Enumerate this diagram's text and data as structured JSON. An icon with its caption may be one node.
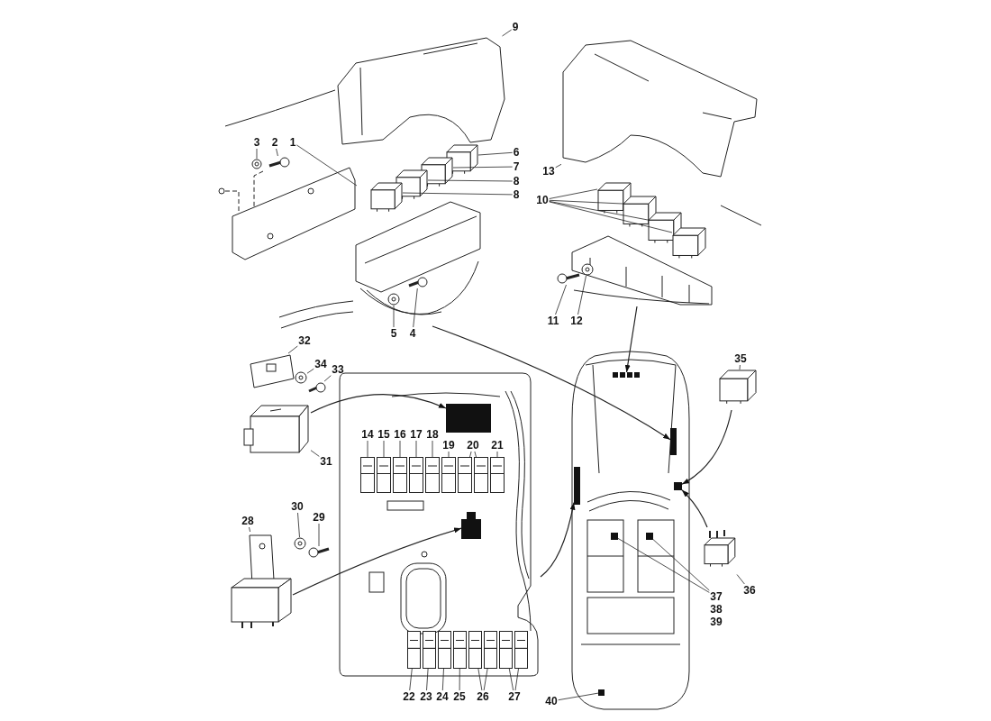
{
  "diagram": {
    "nodes": [
      {
        "text": [],
        "shape": "picture"
      },
      {
        "text": [],
        "shape": "picture"
      },
      {
        "text": [],
        "shape": "circle"
      },
      {
        "text": [],
        "shape": "circle"
      },
      {
        "text": [],
        "shape": "picture"
      },
      {
        "text": [],
        "shape": "box"
      },
      {
        "text": [],
        "shape": "box"
      },
      {
        "text": [],
        "shape": "box"
      },
      {
        "text": [],
        "shape": "box"
      },
      {
        "text": [],
        "shape": "circle",
        "in": 4
      },
      {
        "text": [],
        "shape": "circle"
      },
      {
        "text": [],
        "shape": "picture"
      },
      {
        "text": [],
        "shape": "picture"
      },
      {
        "text": [],
        "shape": "box"
      },
      {
        "text": [],
        "shape": "box"
      },
      {
        "text": [],
        "shape": "box"
      },
      {
        "text": [],
        "shape": "box"
      },
      {
        "text": [],
        "shape": "circle"
      },
      {
        "text": [],
        "shape": "circle",
        "in": 12
      },
      {
        "text": [],
        "shape": "box"
      },
      {
        "text": [],
        "shape": "picture"
      },
      {
        "text": [],
        "shape": "circle"
      },
      {
        "text": [],
        "shape": "circle"
      },
      {
        "text": [],
        "shape": "box"
      },
      {
        "text": [],
        "shape": "picture"
      },
      {
        "text": [],
        "shape": "box",
        "in": 24
      },
      {
        "text": [],
        "shape": "box",
        "in": 24
      },
      {
        "text": [],
        "shape": "box",
        "in": 24
      },
      {
        "text": [],
        "shape": "box",
        "in": 24
      },
      {
        "text": [],
        "shape": "box",
        "in": 24
      },
      {
        "text": [],
        "shape": "box",
        "in": 24
      },
      {
        "text": [],
        "shape": "box",
        "in": 24
      },
      {
        "text": [],
        "shape": "box",
        "in": 24
      },
      {
        "text": [],
        "shape": "box",
        "in": 24
      },
      {
        "text": [],
        "shape": "box",
        "in": 24
      },
      {
        "text": [],
        "shape": "box",
        "in": 24
      },
      {
        "text": [],
        "shape": "box",
        "in": 24
      },
      {
        "text": [],
        "shape": "box",
        "in": 24
      },
      {
        "text": [],
        "shape": "box",
        "in": 24
      },
      {
        "text": [],
        "shape": "box",
        "in": 24
      },
      {
        "text": [],
        "shape": "box",
        "in": 24
      },
      {
        "text": [],
        "shape": "box",
        "in": 24
      },
      {
        "text": [],
        "shape": "box",
        "in": 24
      },
      {
        "text": [],
        "shape": "box",
        "in": 24
      },
      {
        "text": [],
        "shape": "box"
      },
      {
        "text": [],
        "shape": "circle"
      },
      {
        "text": [],
        "shape": "circle"
      },
      {
        "text": [],
        "shape": "picture"
      },
      {
        "text": [],
        "shape": "box",
        "in": 47
      },
      {
        "text": [],
        "shape": "box",
        "in": 47
      },
      {
        "text": [],
        "shape": "box",
        "in": 47
      },
      {
        "text": [],
        "shape": "box",
        "in": 47
      },
      {
        "text": [],
        "shape": "box",
        "in": 47
      },
      {
        "text": [],
        "shape": "box",
        "in": 47
      },
      {
        "text": [],
        "shape": "box",
        "in": 47
      },
      {
        "text": [],
        "shape": "box"
      },
      {
        "text": [
          "1"
        ]
      },
      {
        "text": [
          "2"
        ]
      },
      {
        "text": [
          "3"
        ]
      },
      {
        "text": [
          "4"
        ]
      },
      {
        "text": [
          "5"
        ]
      },
      {
        "text": [
          "6"
        ]
      },
      {
        "text": [
          "7"
        ]
      },
      {
        "text": [
          "8"
        ]
      },
      {
        "text": [
          "8"
        ]
      },
      {
        "text": [
          "9"
        ]
      },
      {
        "text": [
          "10"
        ]
      },
      {
        "text": [
          "11"
        ]
      },
      {
        "text": [
          "12"
        ]
      },
      {
        "text": [
          "13"
        ]
      },
      {
        "text": [
          "14"
        ],
        "in": 24
      },
      {
        "text": [
          "15"
        ],
        "in": 24
      },
      {
        "text": [
          "16"
        ],
        "in": 24
      },
      {
        "text": [
          "17"
        ],
        "in": 24
      },
      {
        "text": [
          "18"
        ],
        "in": 24
      },
      {
        "text": [
          "19"
        ],
        "in": 24
      },
      {
        "text": [
          "20"
        ],
        "in": 24
      },
      {
        "text": [
          "21"
        ],
        "in": 24
      },
      {
        "text": [
          "22"
        ]
      },
      {
        "text": [
          "23"
        ]
      },
      {
        "text": [
          "24"
        ]
      },
      {
        "text": [
          "25"
        ]
      },
      {
        "text": [
          "26"
        ]
      },
      {
        "text": [
          "27"
        ]
      },
      {
        "text": [
          "28"
        ]
      },
      {
        "text": [
          "29"
        ]
      },
      {
        "text": [
          "30"
        ]
      },
      {
        "text": [
          "31"
        ]
      },
      {
        "text": [
          "32"
        ]
      },
      {
        "text": [
          "33"
        ]
      },
      {
        "text": [
          "34"
        ]
      },
      {
        "text": [
          "35"
        ]
      },
      {
        "text": [
          "36"
        ]
      },
      {
        "text": [
          "37"
        ]
      },
      {
        "text": [
          "40"
        ]
      }
    ],
    "edges": [
      {
        "from": 4,
        "to": 49,
        "arrow": "to"
      },
      {
        "from": 12,
        "to": 48,
        "arrow": "to"
      },
      {
        "from": 23,
        "to": 25,
        "arrow": "to"
      },
      {
        "from": 44,
        "to": 35,
        "arrow": "to"
      },
      {
        "from": 24,
        "to": 50,
        "arrow": "to"
      },
      {
        "from": 19,
        "to": 51,
        "arrow": "to"
      },
      {
        "from": 55,
        "to": 51,
        "arrow": "to"
      },
      {
        "from": 56,
        "to": 1,
        "arrow": "none"
      },
      {
        "from": 57,
        "to": 3,
        "arrow": "none"
      },
      {
        "from": 58,
        "to": 2,
        "arrow": "none"
      },
      {
        "from": 59,
        "to": 9,
        "arrow": "none"
      },
      {
        "from": 60,
        "to": 10,
        "arrow": "none"
      },
      {
        "from": 61,
        "to": 5,
        "arrow": "none"
      },
      {
        "from": 62,
        "to": 6,
        "arrow": "none"
      },
      {
        "from": 63,
        "to": 7,
        "arrow": "none"
      },
      {
        "from": 64,
        "to": 8,
        "arrow": "none"
      },
      {
        "from": 65,
        "to": 0,
        "arrow": "none"
      },
      {
        "from": 66,
        "to": 13,
        "arrow": "none"
      },
      {
        "from": 66,
        "to": 14,
        "arrow": "none"
      },
      {
        "from": 66,
        "to": 15,
        "arrow": "none"
      },
      {
        "from": 66,
        "to": 16,
        "arrow": "none"
      },
      {
        "from": 67,
        "to": 17,
        "arrow": "none"
      },
      {
        "from": 68,
        "to": 18,
        "arrow": "none"
      },
      {
        "from": 69,
        "to": 11,
        "arrow": "none"
      },
      {
        "from": 70,
        "to": 26,
        "arrow": "none"
      },
      {
        "from": 71,
        "to": 27,
        "arrow": "none"
      },
      {
        "from": 72,
        "to": 28,
        "arrow": "none"
      },
      {
        "from": 73,
        "to": 29,
        "arrow": "none"
      },
      {
        "from": 74,
        "to": 30,
        "arrow": "none"
      },
      {
        "from": 75,
        "to": 31,
        "arrow": "none"
      },
      {
        "from": 76,
        "to": 32,
        "arrow": "none"
      },
      {
        "from": 76,
        "to": 33,
        "arrow": "none"
      },
      {
        "from": 77,
        "to": 34,
        "arrow": "none"
      },
      {
        "from": 78,
        "to": 36,
        "arrow": "none"
      },
      {
        "from": 79,
        "to": 37,
        "arrow": "none"
      },
      {
        "from": 80,
        "to": 38,
        "arrow": "none"
      },
      {
        "from": 81,
        "to": 39,
        "arrow": "none"
      },
      {
        "from": 82,
        "to": 40,
        "arrow": "none"
      },
      {
        "from": 82,
        "to": 41,
        "arrow": "none"
      },
      {
        "from": 83,
        "to": 42,
        "arrow": "none"
      },
      {
        "from": 83,
        "to": 43,
        "arrow": "none"
      },
      {
        "from": 84,
        "to": 44,
        "arrow": "none"
      },
      {
        "from": 85,
        "to": 46,
        "arrow": "none"
      },
      {
        "from": 86,
        "to": 45,
        "arrow": "none"
      },
      {
        "from": 87,
        "to": 23,
        "arrow": "none"
      },
      {
        "from": 88,
        "to": 20,
        "arrow": "none"
      },
      {
        "from": 89,
        "to": 22,
        "arrow": "none"
      },
      {
        "from": 90,
        "to": 21,
        "arrow": "none"
      },
      {
        "from": 91,
        "to": 19,
        "arrow": "none"
      },
      {
        "from": 92,
        "to": 55,
        "arrow": "none"
      },
      {
        "from": 93,
        "to": 52,
        "arrow": "none"
      },
      {
        "from": 93,
        "to": 53,
        "arrow": "none"
      },
      {
        "from": 94,
        "to": 54,
        "arrow": "none"
      }
    ],
    "labels": [
      "38",
      "39"
    ]
  }
}
